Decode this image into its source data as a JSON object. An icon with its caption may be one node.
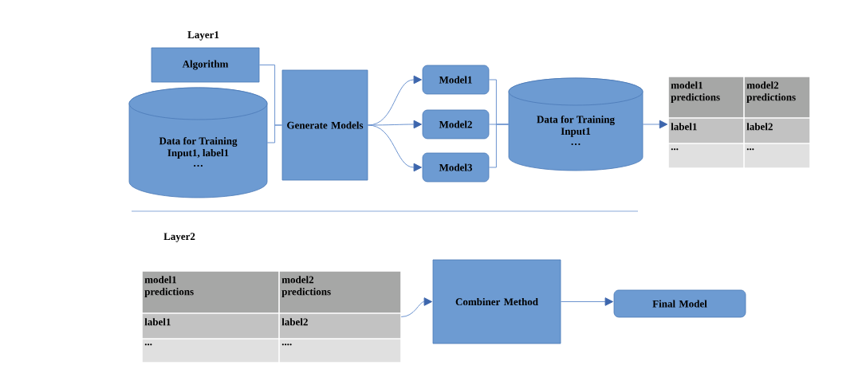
{
  "diagram": {
    "nodes": [
      {
        "text": [
          "Algorithm"
        ]
      },
      {
        "text": [
          "Data for Training",
          "Input1, label1",
          "…"
        ]
      },
      {
        "text": [
          "Generate Models"
        ]
      },
      {
        "text": [
          "Model1"
        ]
      },
      {
        "text": [
          "Model2"
        ]
      },
      {
        "text": [
          "Model3"
        ]
      },
      {
        "text": [
          "Data for Training",
          "Input1",
          "…"
        ]
      },
      {
        "text": [
          "model1 predictions",
          "model2 predictions",
          "label1",
          "label2",
          "...",
          "..."
        ]
      },
      {
        "text": [
          "model1 predictions",
          "model2 predictions",
          "label1",
          "label2",
          "...",
          "...."
        ]
      },
      {
        "text": [
          "Combiner Method"
        ]
      },
      {
        "text": [
          "Final Model"
        ]
      }
    ],
    "edges": [
      {
        "from": 0,
        "to": 2,
        "arrow": "none"
      },
      {
        "from": 1,
        "to": 2,
        "arrow": "none"
      },
      {
        "from": 2,
        "to": 3,
        "arrow": "to"
      },
      {
        "from": 2,
        "to": 4,
        "arrow": "to"
      },
      {
        "from": 2,
        "to": 5,
        "arrow": "to"
      },
      {
        "from": 3,
        "to": 6,
        "arrow": "none"
      },
      {
        "from": 4,
        "to": 6,
        "arrow": "none"
      },
      {
        "from": 5,
        "to": 6,
        "arrow": "none"
      },
      {
        "from": 6,
        "to": 7,
        "arrow": "to"
      },
      {
        "from": 8,
        "to": 9,
        "arrow": "to"
      },
      {
        "from": 9,
        "to": 10,
        "arrow": "to"
      }
    ],
    "labels": [
      "Layer1",
      "Layer2"
    ]
  }
}
